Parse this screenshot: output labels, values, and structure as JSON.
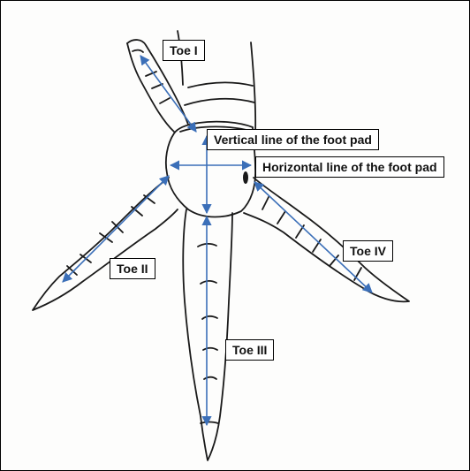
{
  "labels": {
    "toe_1": "Toe I",
    "toe_2": "Toe II",
    "toe_3": "Toe III",
    "toe_4": "Toe IV",
    "vertical_line": "Vertical line of the foot pad",
    "horizontal_line": "Horizontal line of the foot pad"
  },
  "colors": {
    "outline": "#1a1a1a",
    "measurement_arrow": "#3b6fb8",
    "label_border": "#000000"
  }
}
